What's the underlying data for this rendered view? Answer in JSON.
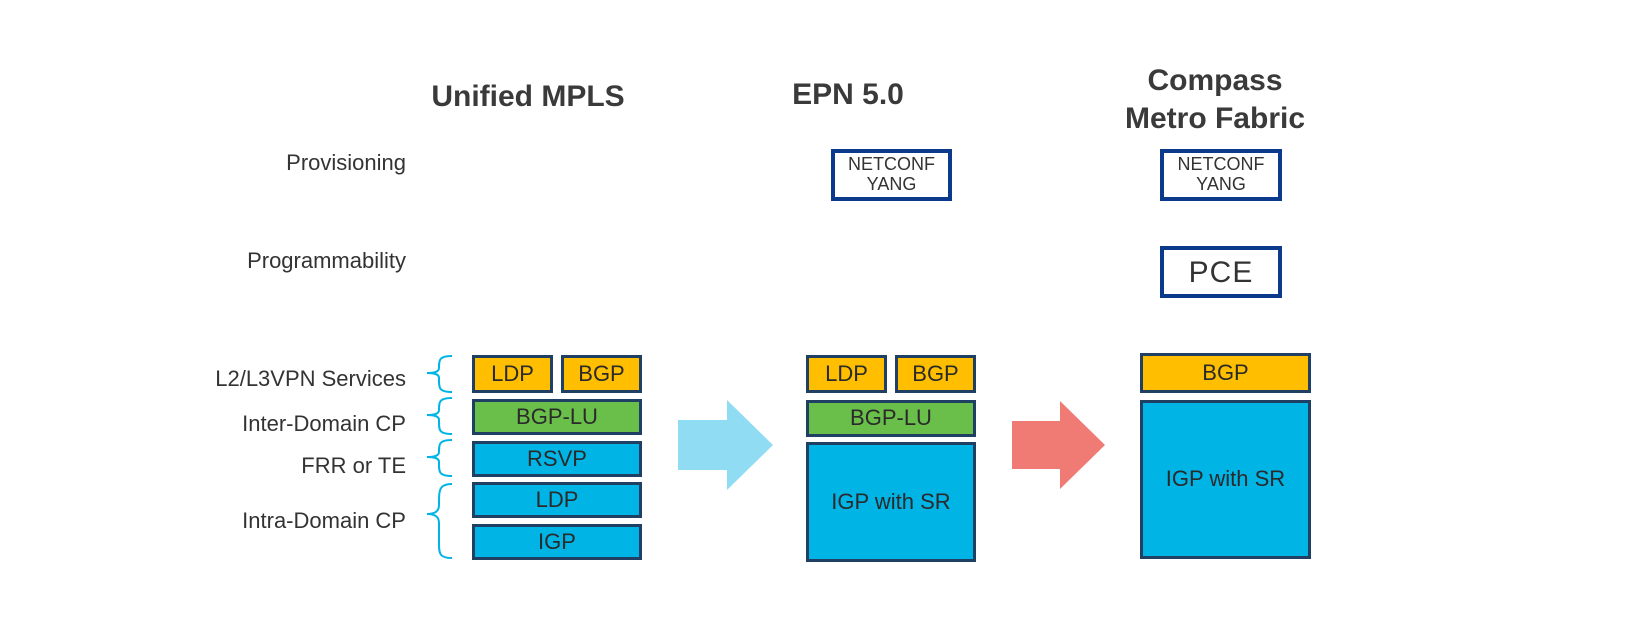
{
  "columns": {
    "unified_mpls": {
      "title": "Unified MPLS"
    },
    "epn": {
      "title": "EPN 5.0"
    },
    "compass": {
      "title": "Compass\nMetro Fabric"
    }
  },
  "rows": {
    "provisioning": "Provisioning",
    "programmability": "Programmability",
    "services": "L2/L3VPN Services",
    "inter_domain": "Inter-Domain CP",
    "frr_te": "FRR or TE",
    "intra_domain": "Intra-Domain CP"
  },
  "unified_mpls_stack": {
    "ldp_service": "LDP",
    "bgp_service": "BGP",
    "bgp_lu": "BGP-LU",
    "rsvp": "RSVP",
    "ldp_intra": "LDP",
    "igp": "IGP"
  },
  "epn_stack": {
    "provisioning": "NETCONF\nYANG",
    "ldp_service": "LDP",
    "bgp_service": "BGP",
    "bgp_lu": "BGP-LU",
    "igp_sr": "IGP with SR"
  },
  "compass_stack": {
    "provisioning": "NETCONF\nYANG",
    "pce": "PCE",
    "bgp_service": "BGP",
    "igp_sr": "IGP with SR"
  },
  "colors": {
    "service": "#ffbf00",
    "inter_domain": "#6abf4b",
    "intra_domain": "#00b4e6",
    "outline": "#0b3a8c",
    "brace": "#00b4e6",
    "arrow_1": "#8fdcf3",
    "arrow_2": "#f07a74"
  }
}
